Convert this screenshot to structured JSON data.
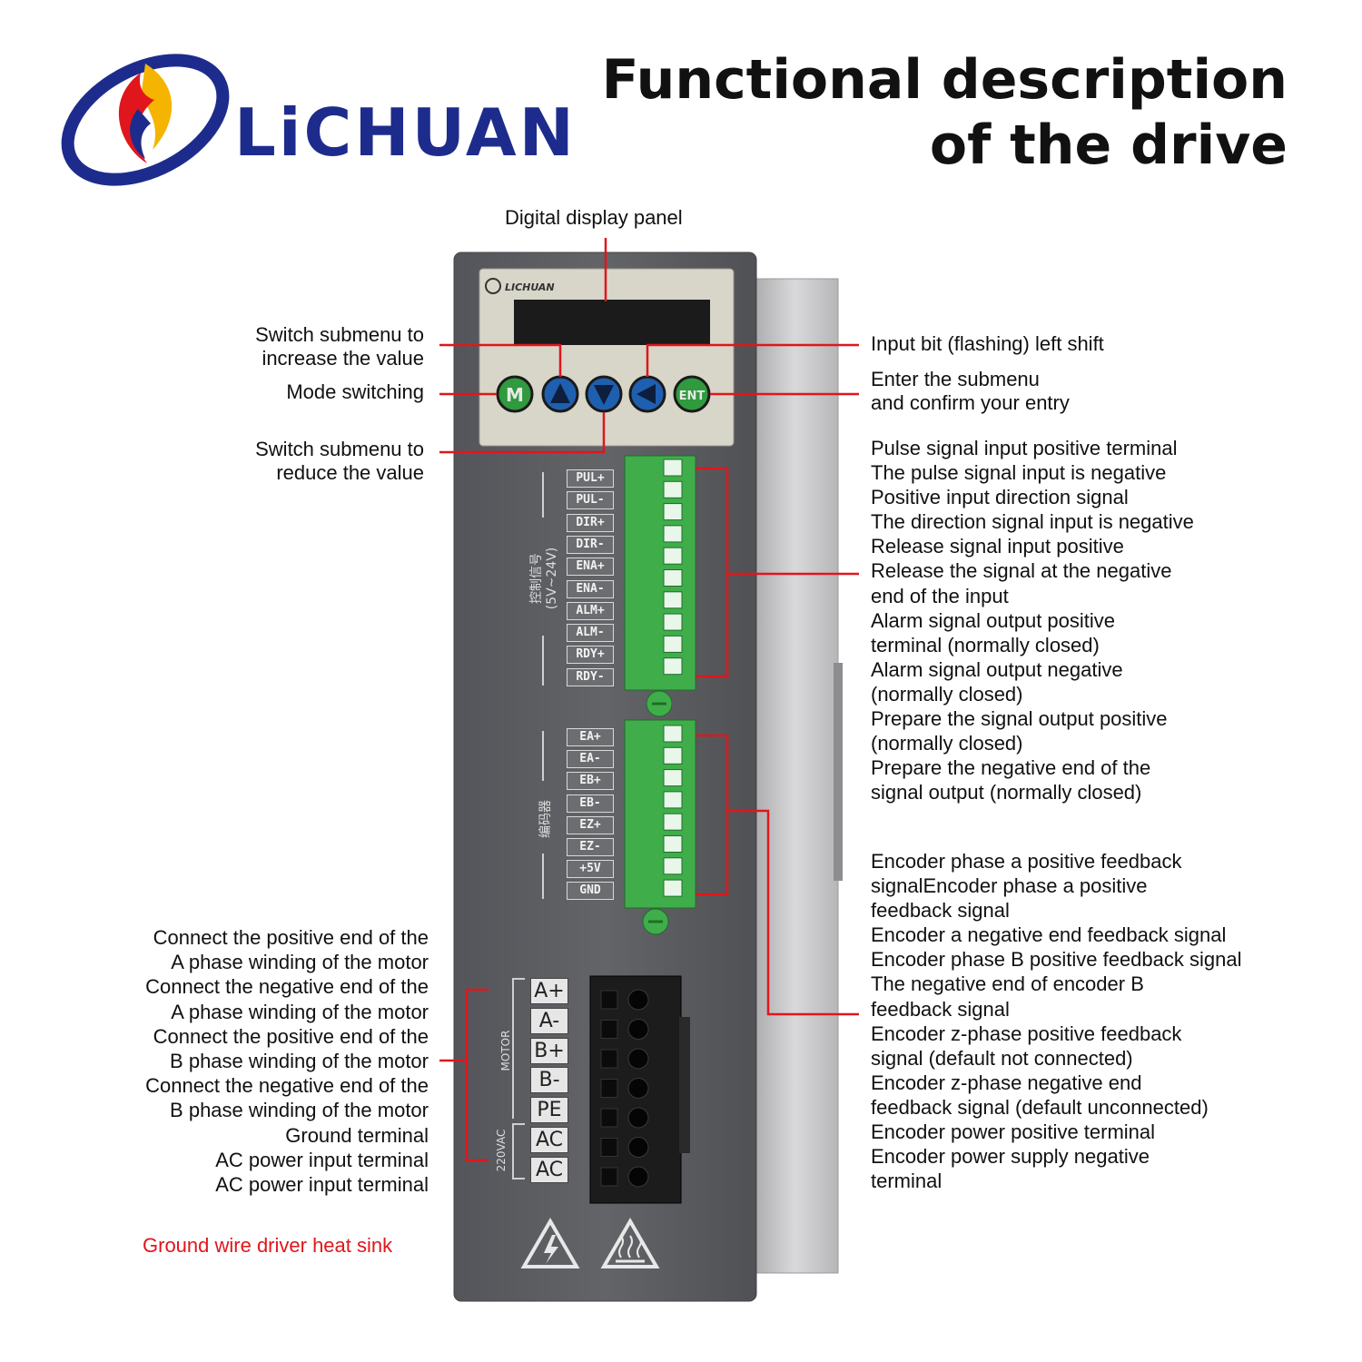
{
  "brand": {
    "name": "LiCHUAN",
    "panel_brand": "LICHUAN"
  },
  "title": {
    "line1": "Functional description",
    "line2": "of the drive"
  },
  "top_callout": "Digital display panel",
  "buttons": [
    {
      "name": "mode",
      "glyph": "M"
    },
    {
      "name": "up",
      "glyph": "▲"
    },
    {
      "name": "down",
      "glyph": "▼"
    },
    {
      "name": "left",
      "glyph": "◀"
    },
    {
      "name": "enter",
      "glyph": "ENT"
    }
  ],
  "left_callouts": {
    "increase": [
      "Switch submenu to",
      "increase the value"
    ],
    "mode": "Mode switching",
    "reduce": [
      "Switch submenu to",
      "reduce the value"
    ]
  },
  "right_callouts": {
    "left_shift": "Input bit (flashing) left shift",
    "enter": [
      "Enter the submenu",
      "and confirm your entry"
    ]
  },
  "control_block": {
    "side_label": "控制信号",
    "side_sublabel": "(5V~24V)",
    "terminals": [
      "PUL+",
      "PUL-",
      "DIR+",
      "DIR-",
      "ENA+",
      "ENA-",
      "ALM+",
      "ALM-",
      "RDY+",
      "RDY-"
    ],
    "descriptions": [
      "Pulse signal input positive terminal",
      "The pulse signal input is negative",
      "Positive input direction signal",
      "The direction signal input is negative",
      "Release signal input positive",
      "Release the signal at the negative",
      "end of the input",
      "Alarm signal output positive",
      "terminal (normally closed)",
      "Alarm signal output negative",
      "(normally closed)",
      "Prepare the signal output positive",
      "(normally closed)",
      "Prepare the negative end of the",
      "signal output (normally closed)"
    ]
  },
  "encoder_block": {
    "side_label": "编码器",
    "terminals": [
      "EA+",
      "EA-",
      "EB+",
      "EB-",
      "EZ+",
      "EZ-",
      "+5V",
      "GND"
    ],
    "descriptions": [
      "Encoder phase a positive feedback",
      "signalEncoder phase a positive",
      "feedback signal",
      "Encoder a negative end feedback signal",
      "Encoder phase B positive feedback signal",
      "The negative end of encoder B",
      "feedback signal",
      "Encoder z-phase positive feedback",
      "signal (default not connected)",
      "Encoder z-phase negative end",
      "feedback signal (default unconnected)",
      "Encoder power positive terminal",
      "Encoder power supply negative",
      "terminal"
    ]
  },
  "motor_block": {
    "side_label_motor": "MOTOR",
    "side_label_power": "220VAC",
    "terminals": [
      "A+",
      "A-",
      "B+",
      "B-",
      "PE",
      "AC",
      "AC"
    ],
    "descriptions": [
      "Connect the positive end of the",
      "A phase winding of the motor",
      "Connect the negative end of the",
      "A phase winding of the motor",
      "Connect the positive end of the",
      "B phase winding of the motor",
      "Connect the negative end of the",
      "B phase winding of the motor",
      "Ground terminal",
      "AC power input terminal",
      "AC power input terminal"
    ]
  },
  "heat_sink_note": "Ground wire driver heat sink",
  "colors": {
    "callout_line": "#e0161c",
    "housing": "#5e5f62",
    "panel": "#d8d6c8",
    "terminal_green": "#3fae4a",
    "button_blue": "#1f5fb0",
    "button_green": "#2f9a3e",
    "logo_blue": "#1d2c8c",
    "logo_red": "#e0161c",
    "logo_yellow": "#f4b400"
  },
  "icons": [
    "high-voltage-warning-icon",
    "hot-surface-warning-icon"
  ]
}
